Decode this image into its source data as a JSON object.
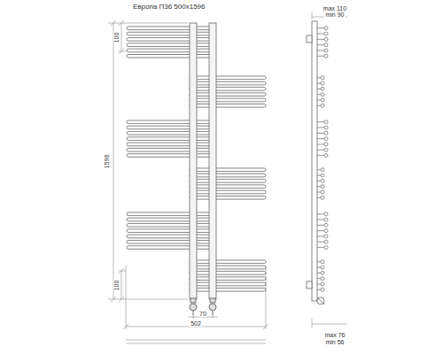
{
  "diagram": {
    "title": "Европа П36 500x1596",
    "labels": [
      "100",
      "1596",
      "100",
      "70",
      "502",
      "max 110",
      "min 90",
      "max 76",
      "min 56"
    ]
  }
}
